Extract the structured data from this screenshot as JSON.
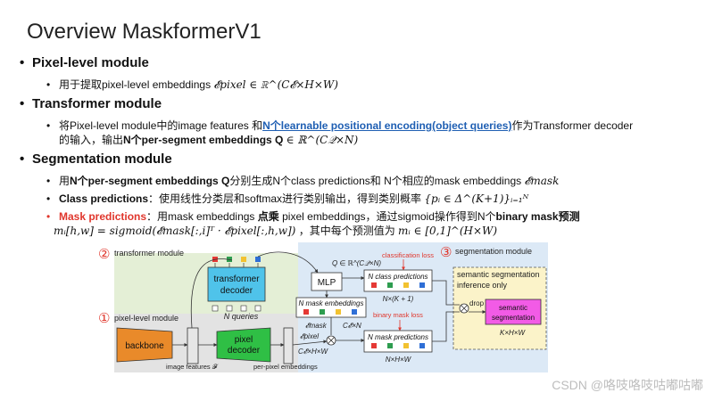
{
  "title": "Overview MaskformerV1",
  "sections": {
    "pixel": {
      "heading": "Pixel-level module",
      "line1_text": "用于提取pixel-level embeddings",
      "line1_math": "𝓔pixel ∈ ℝ^(C𝓔×H×W)"
    },
    "transformer": {
      "heading": "Transformer module",
      "line1_a": "将Pixel-level module中的image features 和",
      "line1_link": "N个learnable positional encoding(object queries)",
      "line1_b": "作为Transformer decoder",
      "line2_a": "的输入，输出",
      "line2_bold": "N个per-segment embeddings Q",
      "line2_math": "∈ ℝ^(C𝒬×N)"
    },
    "segmentation": {
      "heading": "Segmentation module",
      "line1_a": "用",
      "line1_bold": "N个per-segment embeddings Q",
      "line1_b": "分别生成N个class predictions和 N个相应的mask embeddings",
      "line1_math": "𝓔mask",
      "line2_bold": "Class predictions",
      "line2_text": "：使用线性分类层和softmax进行类别输出，得到类别概率",
      "line2_math": "{pᵢ ∈ Δ^(K+1)}ᵢ₌₁ᴺ",
      "line3_red": "Mask predictions",
      "line3_a": "：用mask embeddings",
      "line3_bold": "点乘",
      "line3_b": "pixel embeddings，通过sigmoid操作得到N个",
      "line3_bold2": "binary mask预测",
      "line4_math": "mᵢ[h,w] = sigmoid(𝓔mask[:,i]ᵀ · 𝓔pixel[:,h,w])",
      "line4_text": "，其中每个预测值为",
      "line4_math2": "mᵢ ∈ [0,1]^(H×W)"
    }
  },
  "diagram": {
    "circle2": "②",
    "circle1": "①",
    "circle3": "③",
    "transformer_module": "transformer module",
    "pixel_level_module": "pixel-level module",
    "segmentation_module": "segmentation module",
    "transformer_decoder_1": "transformer",
    "transformer_decoder_2": "decoder",
    "n_queries": "N queries",
    "q_dim": "Q ∈ ℝ^(C𝒬×N)",
    "mlp": "MLP",
    "class_loss": "classification loss",
    "class_pred": "N class predictions",
    "class_dim": "N×(K + 1)",
    "n_mask_embeddings": "N mask embeddings",
    "emask_label": "𝓔mask",
    "emask_dim": "C𝓔×N",
    "mask_loss": "binary mask loss",
    "mask_pred": "N mask predictions",
    "mask_dim": "N×H×W",
    "backbone": "backbone",
    "pixel_decoder_1": "pixel",
    "pixel_decoder_2": "decoder",
    "epixel_label": "𝓔pixel",
    "epixel_dim": "C𝓔×H×W",
    "image_features": "image features 𝓕",
    "per_pixel": "per-pixel embeddings",
    "sem_inf_1": "semantic segmentation",
    "sem_inf_2": "inference only",
    "drop": "drop ∅",
    "sem_seg_1": "semantic",
    "sem_seg_2": "segmentation",
    "khw": "K×H×W"
  },
  "watermark": "CSDN @咯吱咯吱咕嘟咕嘟",
  "colors": {
    "red": "#e0362c",
    "blue": "#1f5fb3",
    "decoder_blue": "#4fc3ea",
    "pixel_green": "#2fbf45",
    "backbone_orange": "#e98a2a",
    "seg_pink": "#f25be6",
    "token_red": "#e53935",
    "token_green": "#2e9d4f",
    "token_yellow": "#f2c230",
    "token_blue": "#2f6fd6"
  }
}
